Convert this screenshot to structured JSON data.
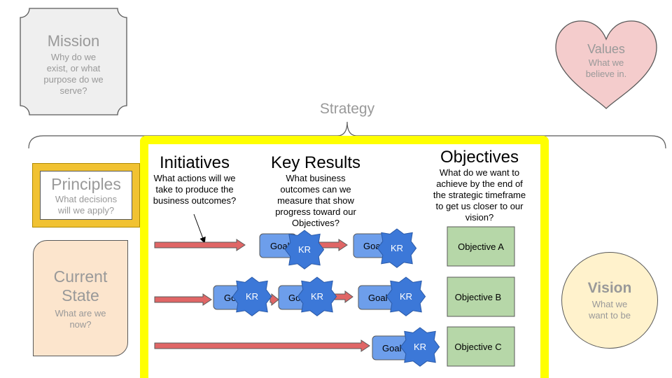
{
  "mission": {
    "title": "Mission",
    "lines": [
      "Why do we",
      "exist, or what",
      "purpose do we",
      "serve?"
    ]
  },
  "values": {
    "title": "Values",
    "lines": [
      "What we",
      "believe in."
    ]
  },
  "strategy": {
    "label": "Strategy"
  },
  "principles": {
    "title": "Principles",
    "lines": [
      "What decisions",
      "will we apply?"
    ]
  },
  "current_state": {
    "title_lines": [
      "Current",
      "State"
    ],
    "lines": [
      "What are we",
      "now?"
    ]
  },
  "vision": {
    "title": "Vision",
    "lines": [
      "What we",
      "want to be"
    ]
  },
  "initiatives": {
    "title": "Initiatives",
    "lines": [
      "What actions will we",
      "take to produce the",
      "business outcomes?"
    ]
  },
  "key_results": {
    "title": "Key Results",
    "lines": [
      "What business",
      "outcomes can we",
      "measure that show",
      "progress toward our",
      "Objectives?"
    ]
  },
  "objectives": {
    "title": "Objectives",
    "lines": [
      "What do we want to",
      "achieve by the end of",
      "the strategic timeframe",
      "to get us closer to our",
      "vision?"
    ]
  },
  "objective_boxes": [
    "Objective A",
    "Objective B",
    "Objective C"
  ],
  "goal_label": "Goal",
  "kr_label": "KR",
  "colors": {
    "frame_yellow": "#ffff00",
    "principles_gold": "#f1c232",
    "arrow_red": "#e06666",
    "goal_blue": "#6d9eeb",
    "star_blue": "#3c78d8",
    "objective_green": "#b6d7a8",
    "current_state_peach": "#fce5cd",
    "vision_yellow": "#fff2cc",
    "values_pink": "#f4cccc",
    "mission_gray": "#efefef",
    "muted_text": "#999999"
  }
}
